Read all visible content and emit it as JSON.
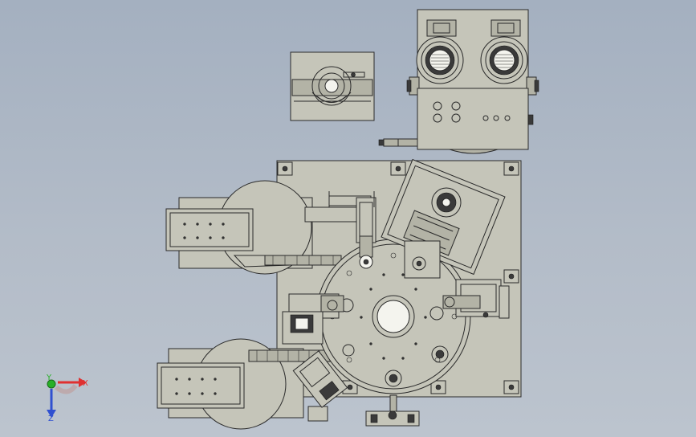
{
  "viewport": {
    "background_top": "#a4b0c0",
    "background_bottom": "#bcc4ce"
  },
  "colors": {
    "part_fill": "#c5c5b9",
    "part_fill_dark": "#b3b3a6",
    "outline": "#2a2a2a",
    "axis_x": "#e03030",
    "axis_y": "#28b028",
    "axis_z": "#3050d0"
  },
  "triad": {
    "x_label": "X",
    "y_label": "Y",
    "z_label": "Z"
  }
}
